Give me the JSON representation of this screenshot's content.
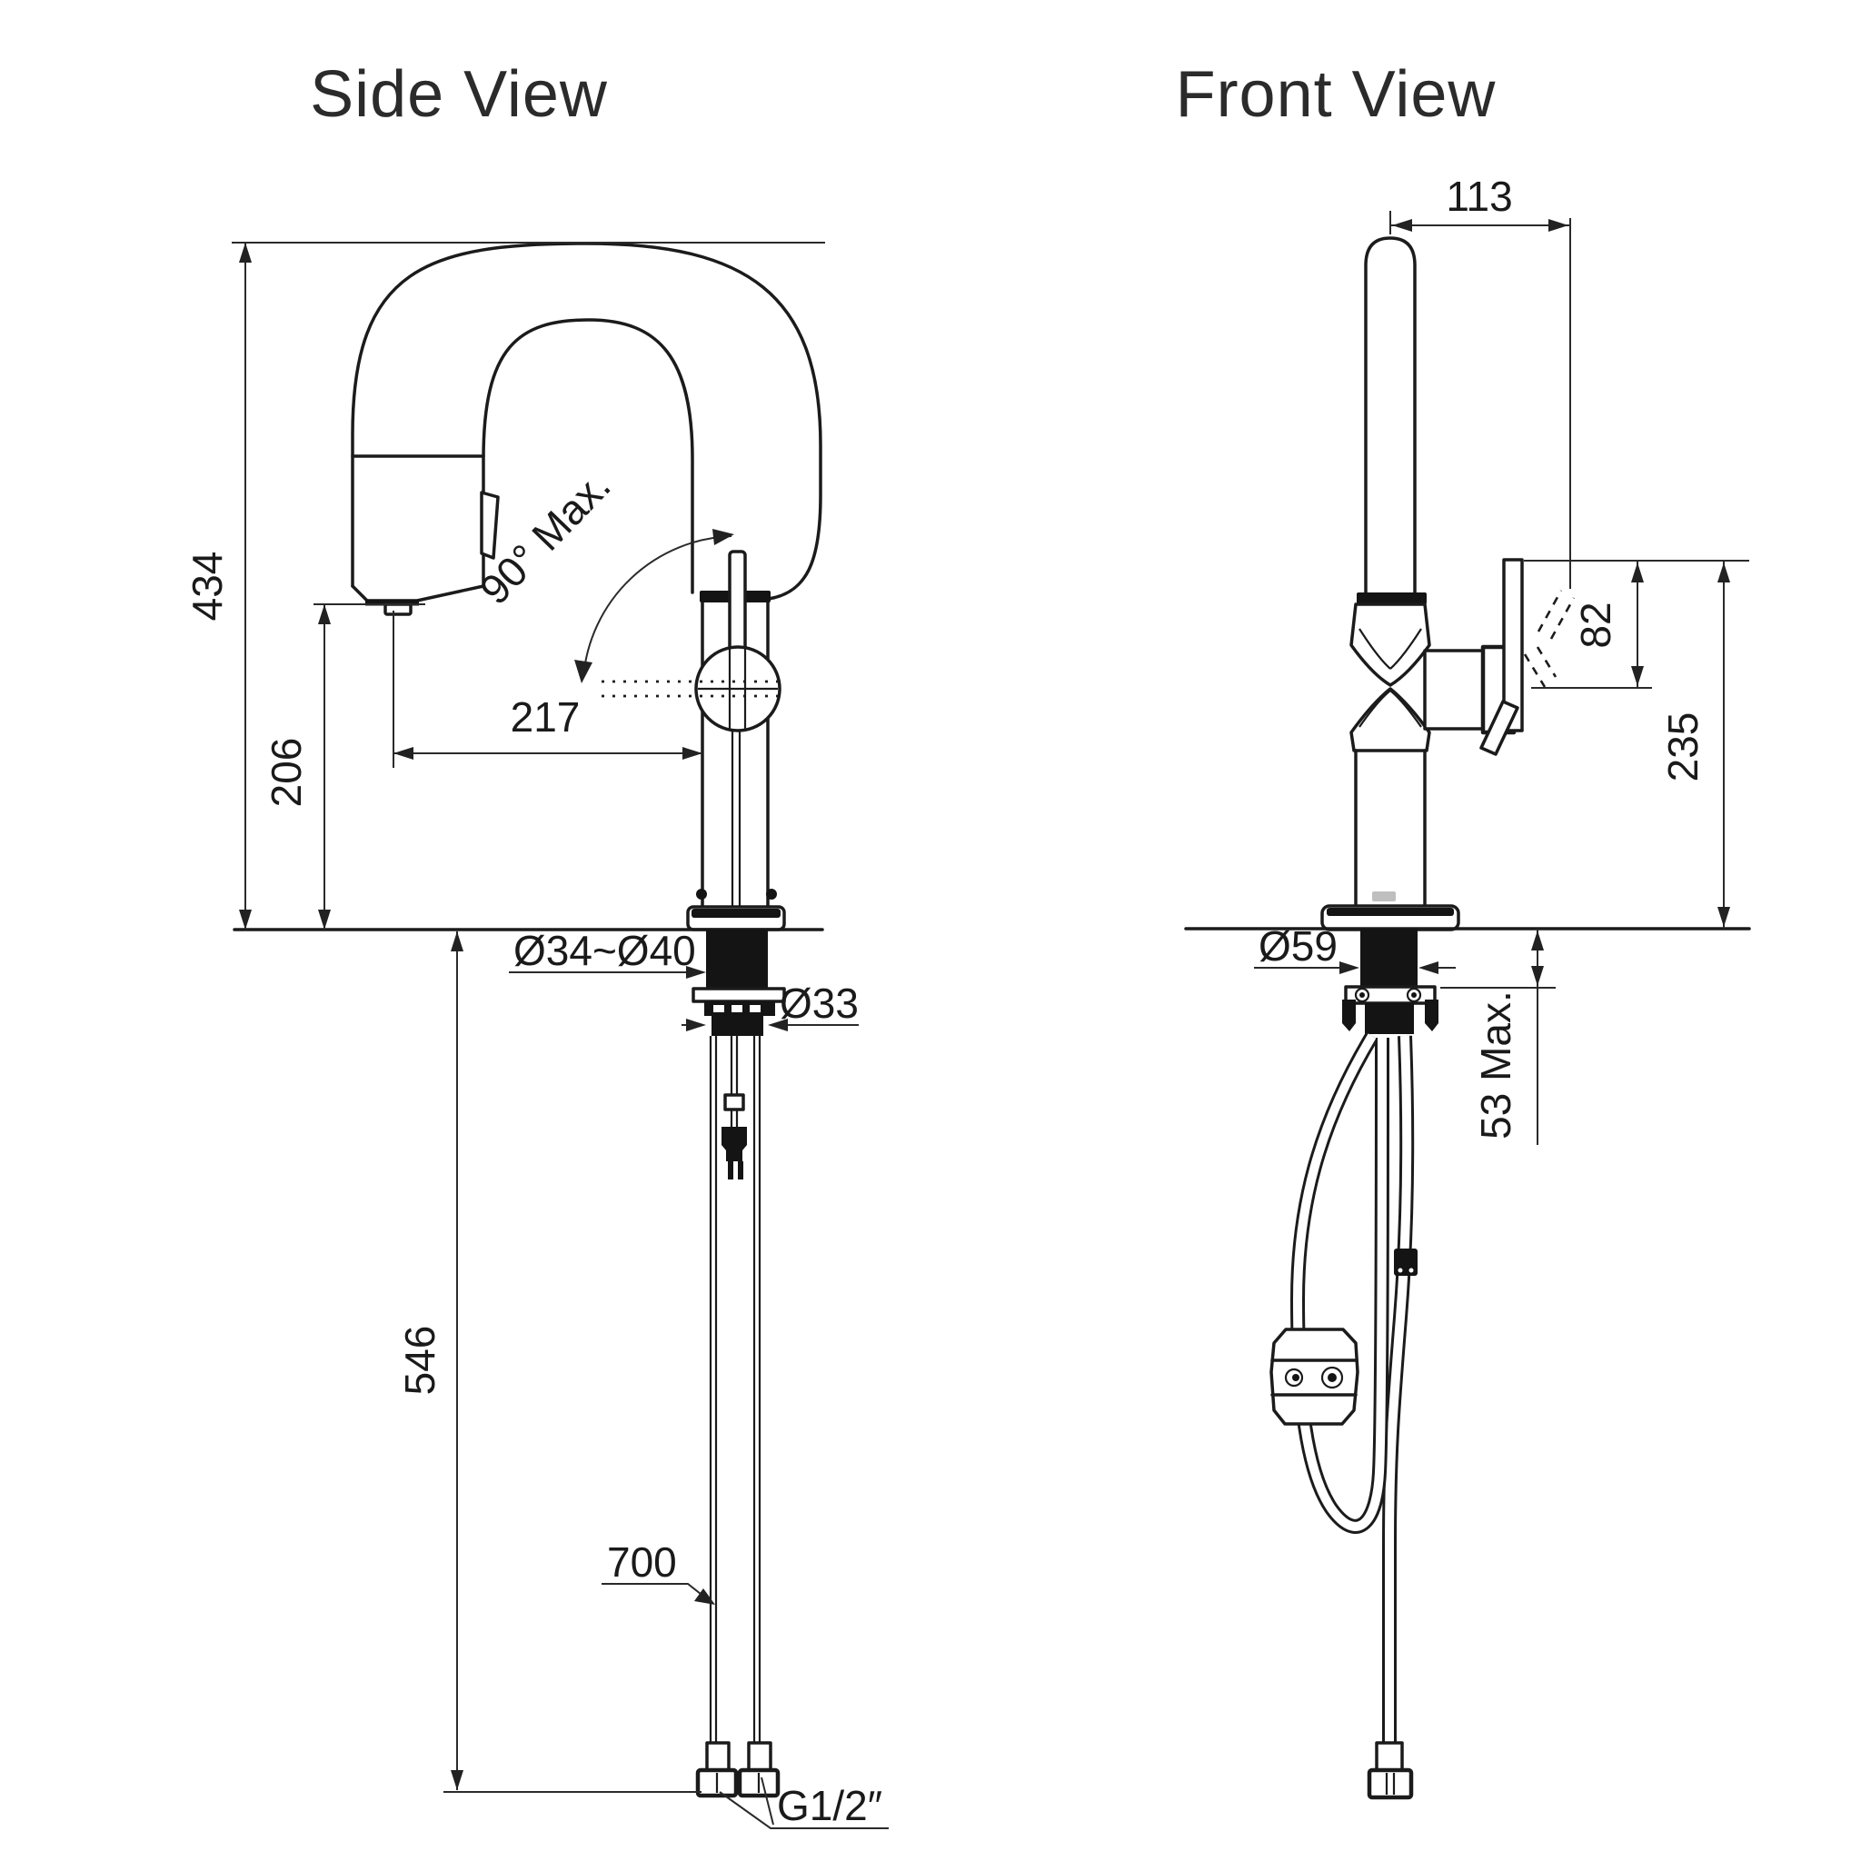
{
  "titles": {
    "side": "Side View",
    "front": "Front View"
  },
  "side_view": {
    "overall_height": "434",
    "outlet_height": "206",
    "spout_reach": "217",
    "spray_swivel_angle": "90° Max.",
    "mounting_hole_diameter": "Ø34~Ø40",
    "shank_diameter": "Ø33",
    "below_counter_length": "546",
    "hose_length": "700",
    "connection_thread": "G1/2″"
  },
  "front_view": {
    "spout_to_handle": "113",
    "handle_height": "82",
    "handle_top_to_deck": "235",
    "base_diameter": "Ø59",
    "max_counter_thickness": "53 Max."
  },
  "colors": {
    "line": "#1b1b1b",
    "background": "#ffffff"
  }
}
